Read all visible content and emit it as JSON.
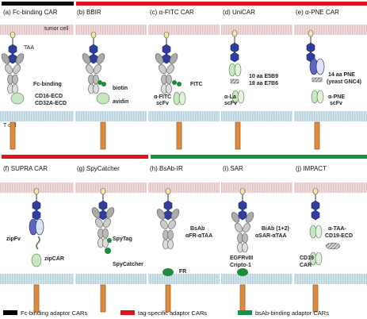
{
  "panels": [
    {
      "id": "a",
      "title": "(a) Fc-binding CAR",
      "labels": [
        "TAA",
        "Fc-binding",
        "CD16-ECD",
        "CD32A-ECD"
      ],
      "cell_labels": [
        "tumor cell",
        "T cell"
      ]
    },
    {
      "id": "b",
      "title": "(b) BBIR",
      "labels": [
        "biotin",
        "avidin"
      ]
    },
    {
      "id": "c",
      "title": "(c) α-FITC CAR",
      "labels": [
        "FITC",
        "α-FITC",
        "scFv"
      ]
    },
    {
      "id": "d",
      "title": "(d) UniCAR",
      "labels": [
        "10 aa E5B9",
        "18 aa E7B6",
        "α-La",
        "scFv"
      ]
    },
    {
      "id": "e",
      "title": "(e) α-PNE CAR",
      "labels": [
        "14 aa PNE",
        "(yeast GNC4)",
        "α-PNE",
        "scFv"
      ]
    },
    {
      "id": "f",
      "title": "(f) SUPRA CAR",
      "labels": [
        "zipFv",
        "zipCAR"
      ]
    },
    {
      "id": "g",
      "title": "(g) SpyCatcher",
      "labels": [
        "SpyTag",
        "SpyCatcher"
      ]
    },
    {
      "id": "h",
      "title": "(h) BsAb-IR",
      "labels": [
        "BsAb",
        "αFR-αTAA",
        "FR"
      ]
    },
    {
      "id": "i",
      "title": "(i) SAR",
      "labels": [
        "BiAb (1+2)",
        "αSAR-αTAA",
        "EGFRvIII",
        "Cripto-1"
      ]
    },
    {
      "id": "j",
      "title": "(j) IMPACT",
      "labels": [
        "α-TAA-",
        "CD19-ECD",
        "CD19",
        "CAR"
      ]
    }
  ],
  "legend": [
    {
      "label": "Fc-binding adaptor CARs",
      "color": "#000000"
    },
    {
      "label": "tag-specific adaptor CARs",
      "color": "#e0141c"
    },
    {
      "label": "bsAb-binding adaptor CARs",
      "color": "#16924a"
    }
  ],
  "colors": {
    "membrane_top": "#e8cccc",
    "membrane_bottom": "#c6dbe6",
    "taa": "#2f3d9c",
    "car_green": "#1f8a3a",
    "stalk": "#e08a3c"
  }
}
